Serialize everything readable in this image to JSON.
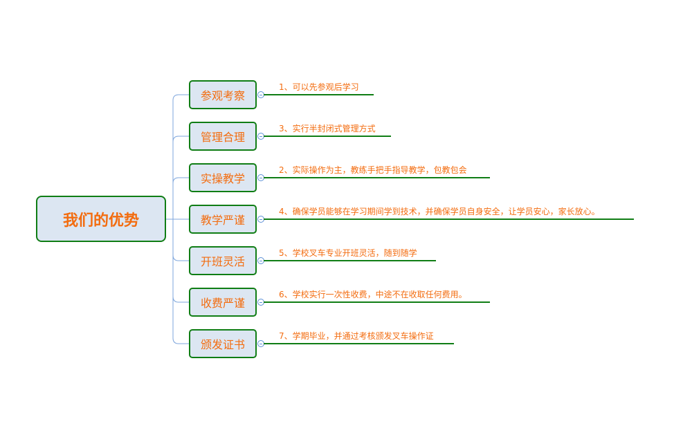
{
  "root": {
    "label": "我们的优势"
  },
  "branches": [
    {
      "label": "参观考察",
      "detail": "1、可以先参观后学习"
    },
    {
      "label": "管理合理",
      "detail": "3、实行半封闭式管理方式"
    },
    {
      "label": "实操教学",
      "detail": "2、实际操作为主，教练手把手指导教学，包教包会"
    },
    {
      "label": "教学严谨",
      "detail": "4、确保学员能够在学习期间学到技术，并确保学员自身安全，让学员安心，家长放心。"
    },
    {
      "label": "开班灵活",
      "detail": "5、学校叉车专业开班灵活，随到随学"
    },
    {
      "label": "收费严谨",
      "detail": "6、学校实行一次性收费，中途不在收取任何费用。"
    },
    {
      "label": "颁发证书",
      "detail": "7、学期毕业，并通过考核颁发叉车操作证"
    }
  ],
  "colors": {
    "text": "#f36c0f",
    "border": "#0f7d14",
    "fill": "#dce6f2",
    "connector": "#5b8fd6"
  }
}
